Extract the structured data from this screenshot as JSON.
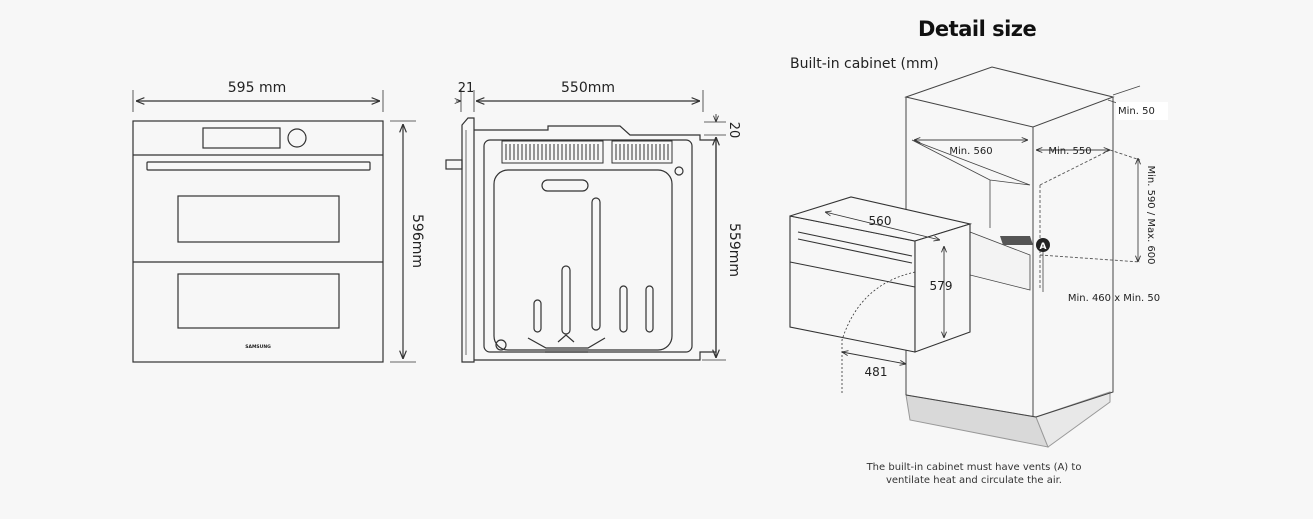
{
  "title": "Detail size",
  "subtitle": "Built-in cabinet (mm)",
  "note_line1": "The built-in cabinet must have vents (A) to",
  "note_line2": "ventilate heat and circulate the air.",
  "brand": "SAMSUNG",
  "front_view": {
    "width": "595 mm",
    "height": "596mm"
  },
  "side_view": {
    "front_thickness": "21",
    "depth": "550mm",
    "top_gap": "20",
    "height": "559mm"
  },
  "cabinet": {
    "min_top": "Min. 50",
    "min_width": "Min. 560",
    "min_depth": "Min. 550",
    "min_max_height": "Min. 590 / Max. 600",
    "vent_label": "A",
    "vent_size": "Min. 460 x Min. 50"
  },
  "oven_3d": {
    "width": "560",
    "height": "579",
    "door": "481"
  },
  "colors": {
    "line": "#333333",
    "dashed": "#555555",
    "plinth": "#d9d9d9"
  }
}
